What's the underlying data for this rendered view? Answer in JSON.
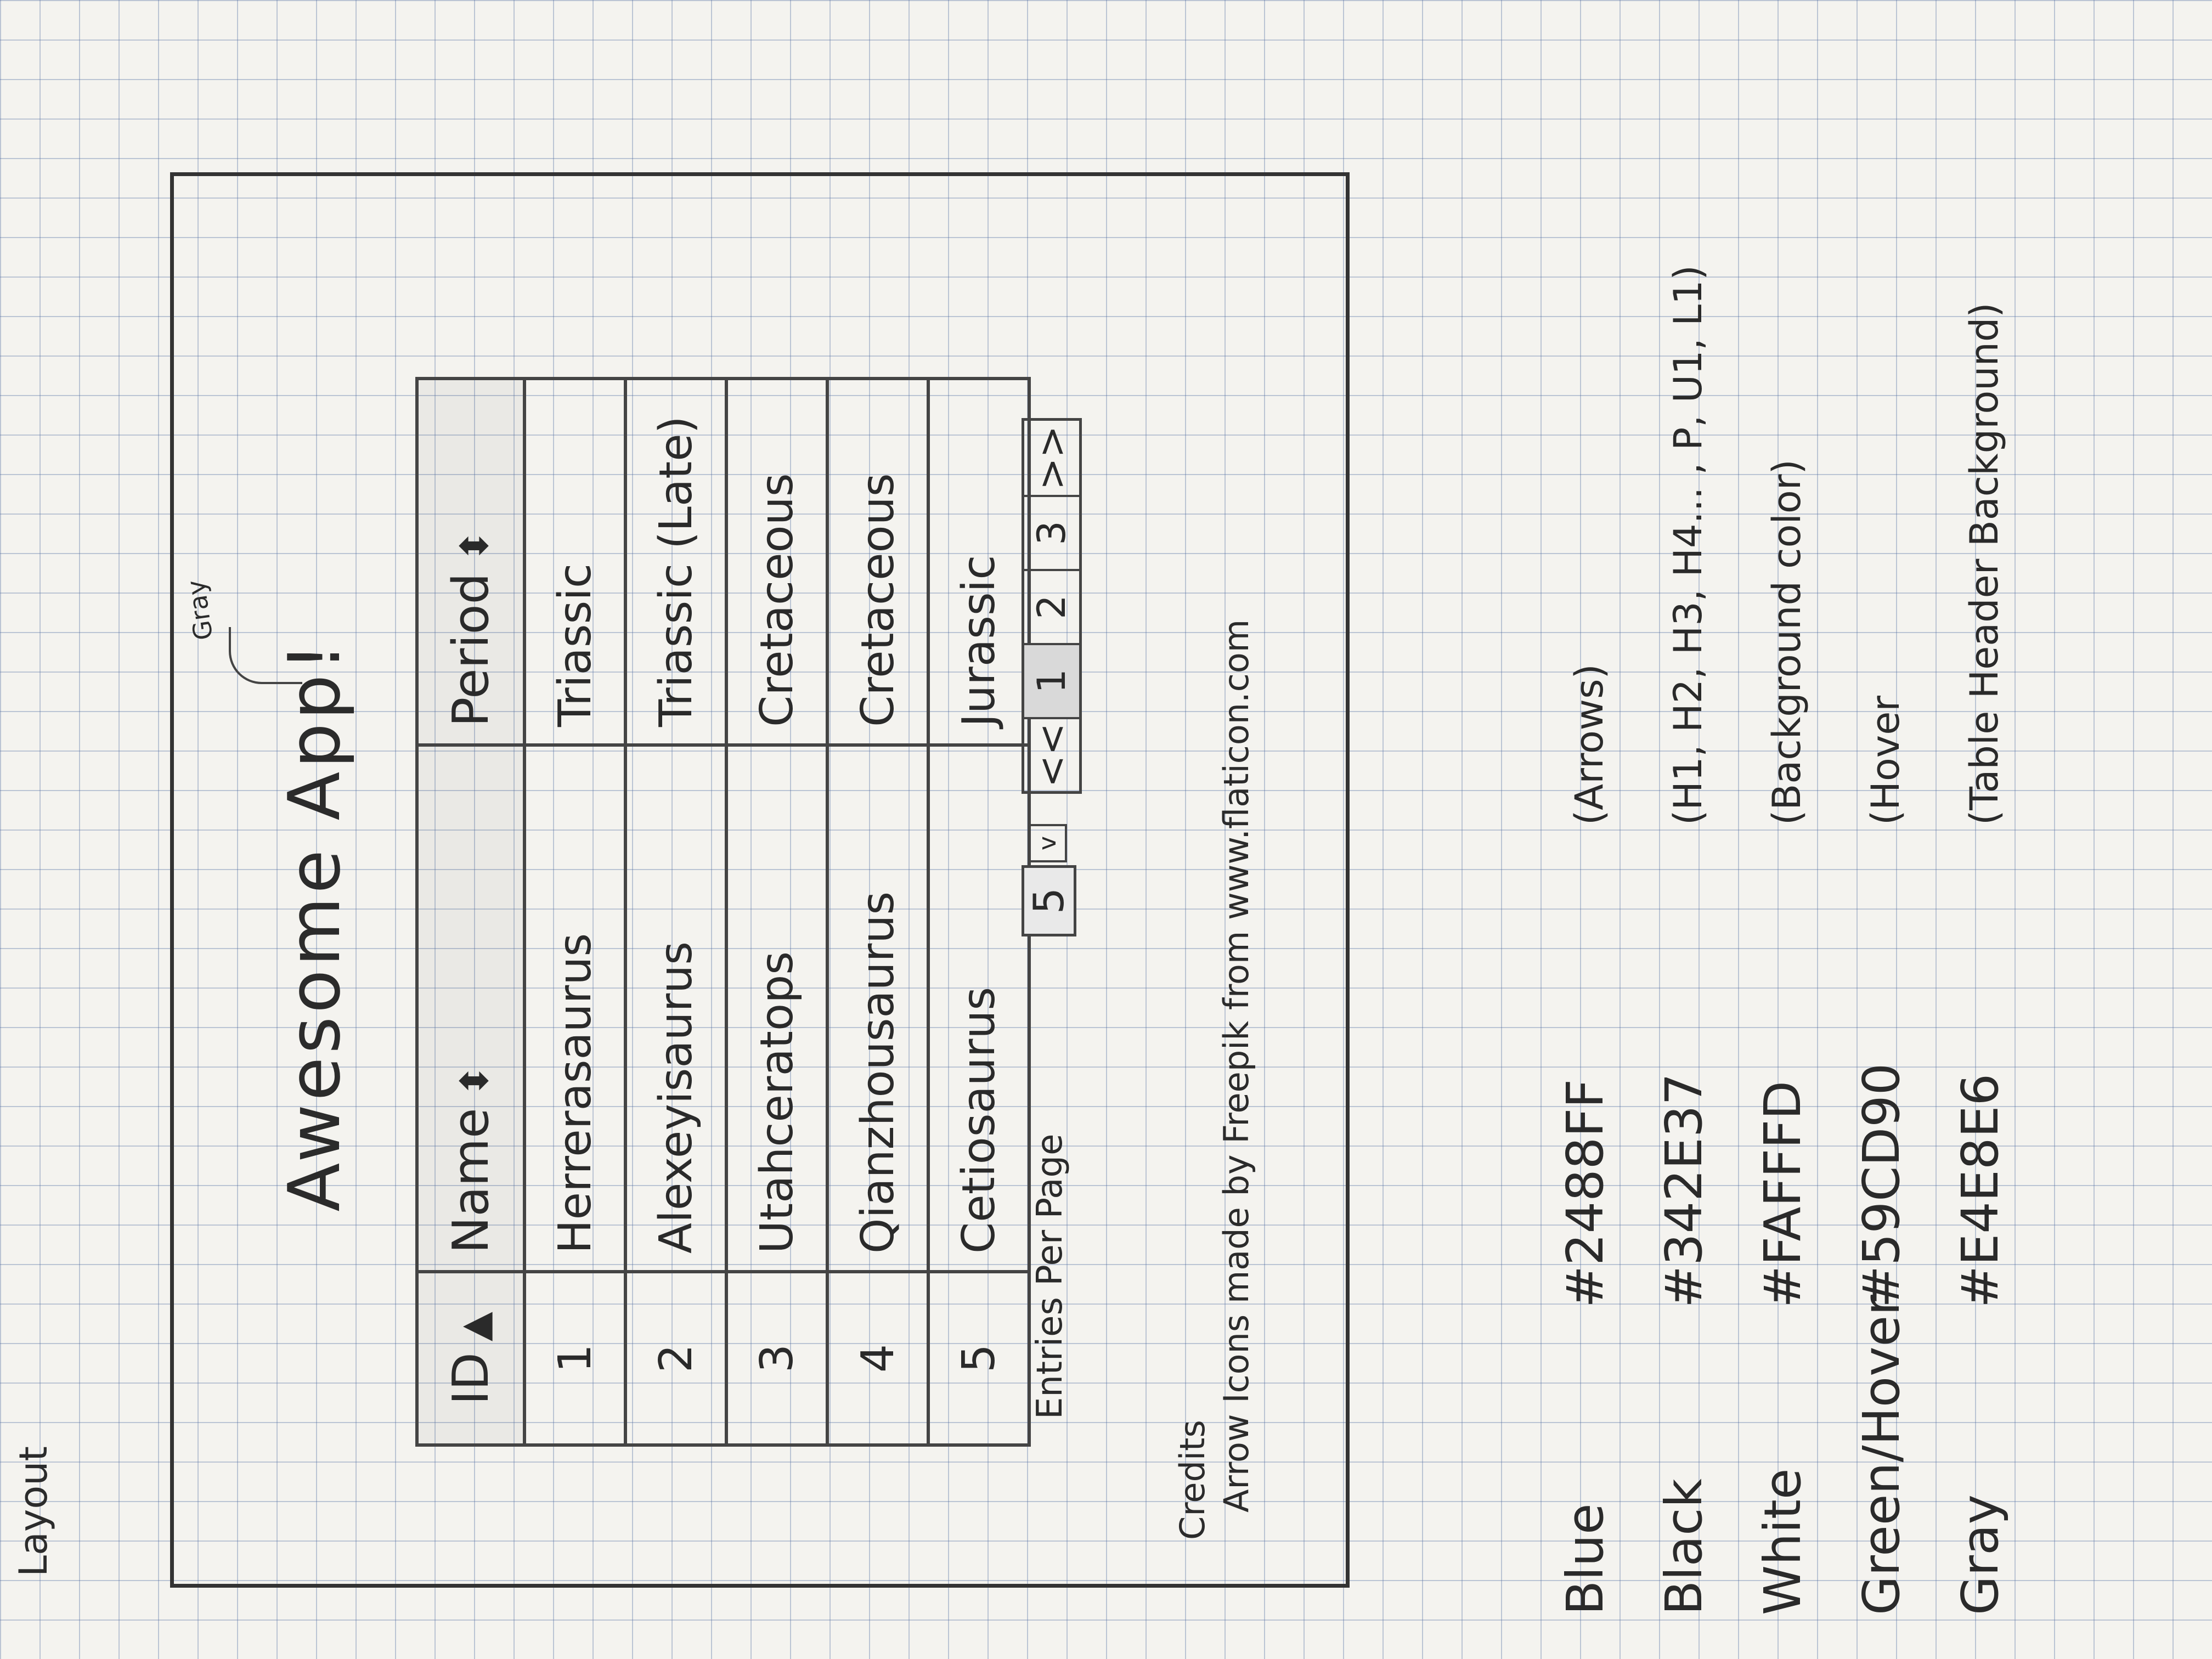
{
  "page": {
    "heading": "Layout"
  },
  "app": {
    "title": "Awesome App!",
    "title_note": "Gray"
  },
  "table": {
    "columns": [
      {
        "label": "ID",
        "sort_icon": "▲"
      },
      {
        "label": "Name",
        "sort_icon": "⬍"
      },
      {
        "label": "Period",
        "sort_icon": "⬍"
      }
    ],
    "rows": [
      {
        "id": "1",
        "name": "Herrerasaurus",
        "period": "Triassic"
      },
      {
        "id": "2",
        "name": "Alexeyisaurus",
        "period": "Triassic (Late)"
      },
      {
        "id": "3",
        "name": "Utahceratops",
        "period": "Cretaceous"
      },
      {
        "id": "4",
        "name": "Qianzhousaurus",
        "period": "Cretaceous"
      },
      {
        "id": "5",
        "name": "Cetiosaurus",
        "period": "Jurassic"
      }
    ]
  },
  "pager": {
    "entries_label": "Entries Per Page",
    "entries_value": "5",
    "entries_caret": "v",
    "pages": [
      "<<",
      "1",
      "2",
      "3",
      ">>"
    ],
    "active_page": "1"
  },
  "credits": {
    "heading": "Credits",
    "text": "Arrow Icons made by Freepik from www.flaticon.com"
  },
  "palette": [
    {
      "name": "Blue",
      "hex": "#2488FF",
      "note": "(Arrows)",
      "color": "#2488FF"
    },
    {
      "name": "Black",
      "hex": "#342E37",
      "note": "(H1, H2, H3, H4... , P, U1, L1)",
      "color": "#342E37"
    },
    {
      "name": "White",
      "hex": "#FAFFFD",
      "note": "(Background color)",
      "color": "#FAFFFD"
    },
    {
      "name": "Green/Hover",
      "hex": "#59CD90",
      "note": "(Hover",
      "color": "#59CD90"
    },
    {
      "name": "Gray",
      "hex": "#E4E8E6",
      "note": "(Table Header Background)",
      "color": "#E4E8E6"
    }
  ]
}
